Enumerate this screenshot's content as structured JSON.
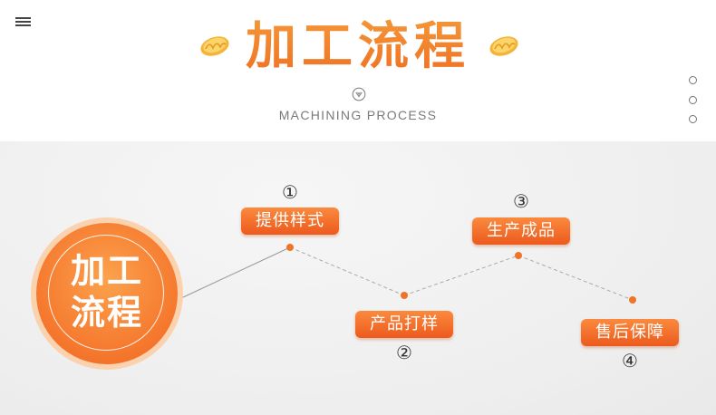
{
  "header": {
    "title": "加工流程",
    "subtitle": "MACHINING PROCESS",
    "decor_icon": "potato-chip-icon",
    "accent_color": "#f0782a"
  },
  "menu": {
    "icon": "hamburger-menu-icon"
  },
  "pagination": {
    "dots": 3
  },
  "badge": {
    "line1": "加工",
    "line2": "流程"
  },
  "steps": [
    {
      "number": "①",
      "label": "提供样式"
    },
    {
      "number": "②",
      "label": "产品打样"
    },
    {
      "number": "③",
      "label": "生产成品"
    },
    {
      "number": "④",
      "label": "售后保障"
    }
  ]
}
